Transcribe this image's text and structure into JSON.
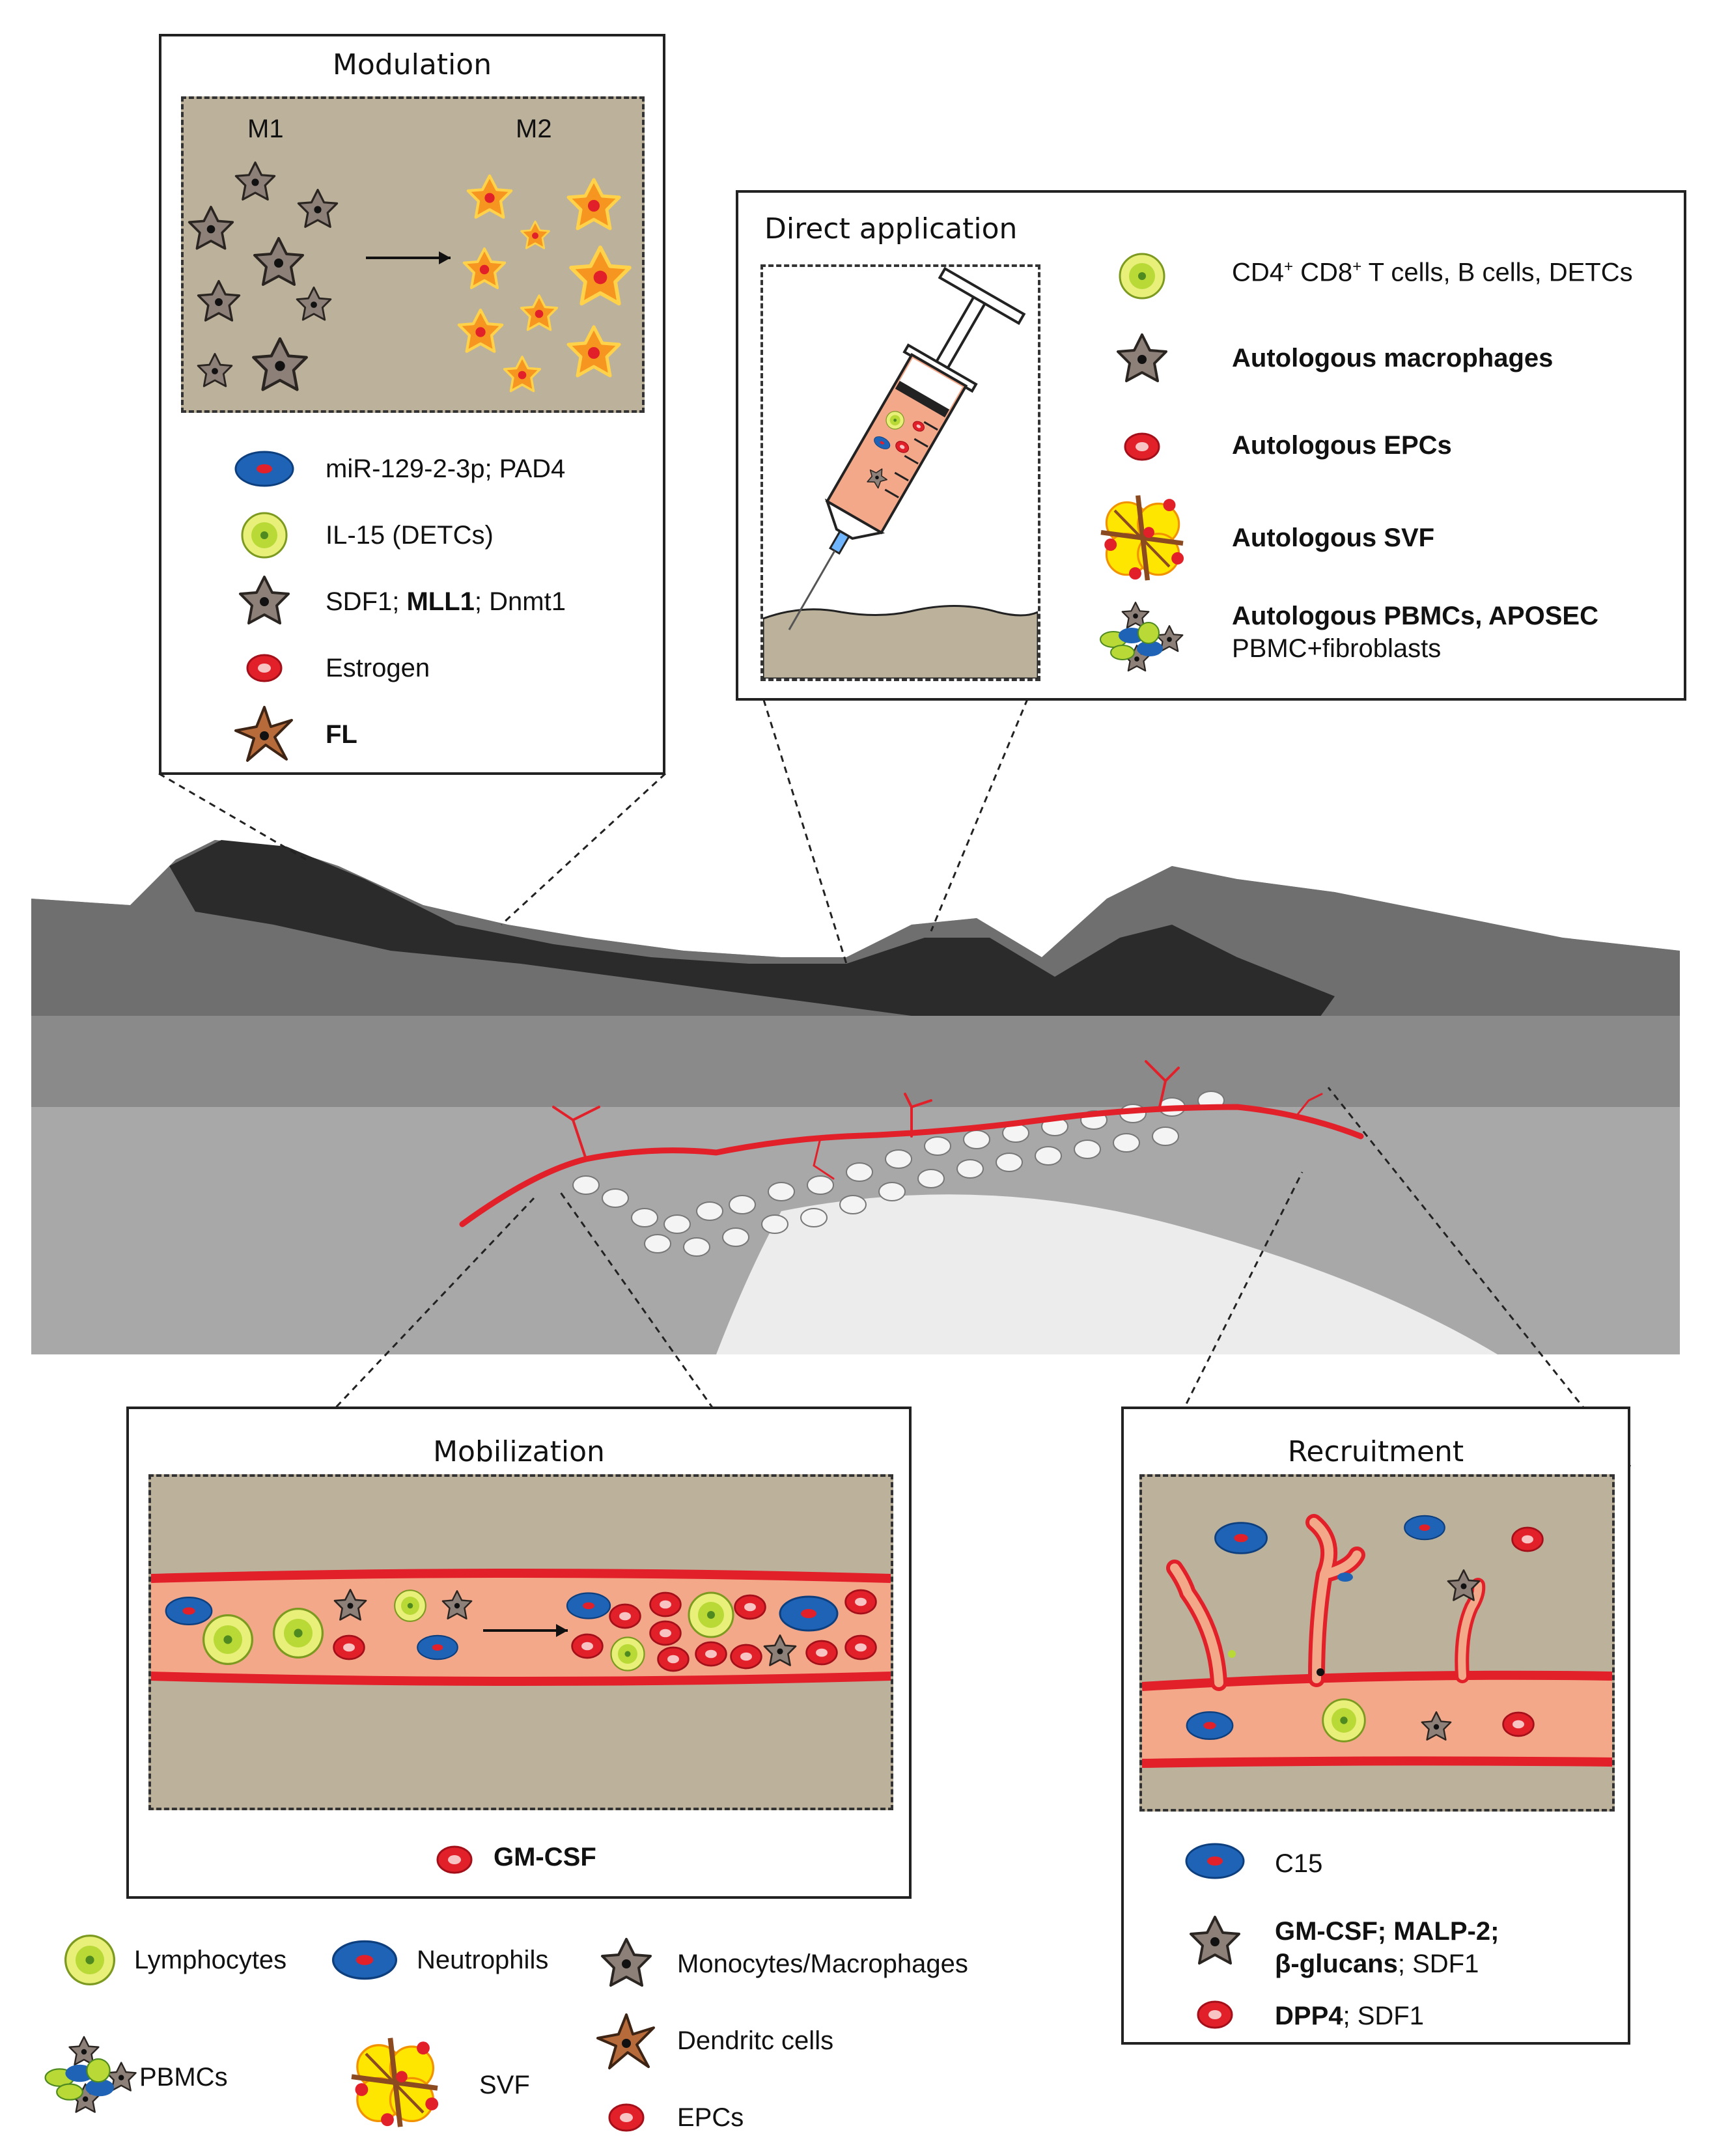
{
  "modulation": {
    "title": "Modulation",
    "m1": "M1",
    "m2": "M2",
    "items": [
      {
        "text": "miR-129-2-3p; PAD4",
        "icon": "neutrophil-icon"
      },
      {
        "text": "IL-15 (DETCs)",
        "icon": "lymphocyte-icon"
      },
      {
        "text": "SDF1; MLL1; Dnmt1",
        "icon": "macrophage-icon",
        "bold_part": "MLL1"
      },
      {
        "text": "Estrogen",
        "icon": "epc-icon"
      },
      {
        "text": "FL",
        "icon": "dendritic-cell-icon",
        "bold": true
      }
    ]
  },
  "direct_application": {
    "title": "Direct application",
    "items": [
      {
        "text_main": "CD4",
        "text_sup1": "+",
        "text_mid": " CD8",
        "text_sup2": "+",
        "text_rest": " T cells, B cells, DETCs",
        "icon": "lymphocyte-icon"
      },
      {
        "text": "Autologous macrophages",
        "icon": "macrophage-icon",
        "bold": true
      },
      {
        "text": "Autologous EPCs",
        "icon": "epc-icon",
        "bold": true
      },
      {
        "text": "Autologous SVF",
        "icon": "svf-icon",
        "bold": true
      },
      {
        "text": "Autologous PBMCs, APOSEC",
        "sub": "PBMC+fibroblasts",
        "icon": "pbmc-icon",
        "bold": true
      }
    ]
  },
  "mobilization": {
    "title": "Mobilization",
    "item": "GM-CSF"
  },
  "recruitment": {
    "title": "Recruitment",
    "items": [
      {
        "text": "C15",
        "icon": "neutrophil-icon"
      },
      {
        "line1": "GM-CSF; MALP-2;",
        "line2_bold": "β-glucans",
        "line2_rest": "; SDF1",
        "icon": "macrophage-icon"
      },
      {
        "text_bold": "DPP4",
        "text_rest": "; SDF1",
        "icon": "epc-icon"
      }
    ]
  },
  "legend": {
    "lymphocytes": "Lymphocytes",
    "neutrophils": "Neutrophils",
    "monocytes": "Monocytes/Macrophages",
    "pbmcs": "PBMCs",
    "svf": "SVF",
    "dendritic": "Dendritc cells",
    "epcs": "EPCs"
  },
  "colors": {
    "inset_bg": "#bcb29c",
    "vessel_red": "#e2202a",
    "vessel_fill": "#f4a88a",
    "neutrophil_blue": "#1e63b5",
    "lymphocyte_green": "#b8d936",
    "macrophage_gray": "#8c8079",
    "m2_orange": "#f6951f",
    "dendritic_brown": "#b86b3a",
    "svf_yellow": "#ffe600"
  }
}
